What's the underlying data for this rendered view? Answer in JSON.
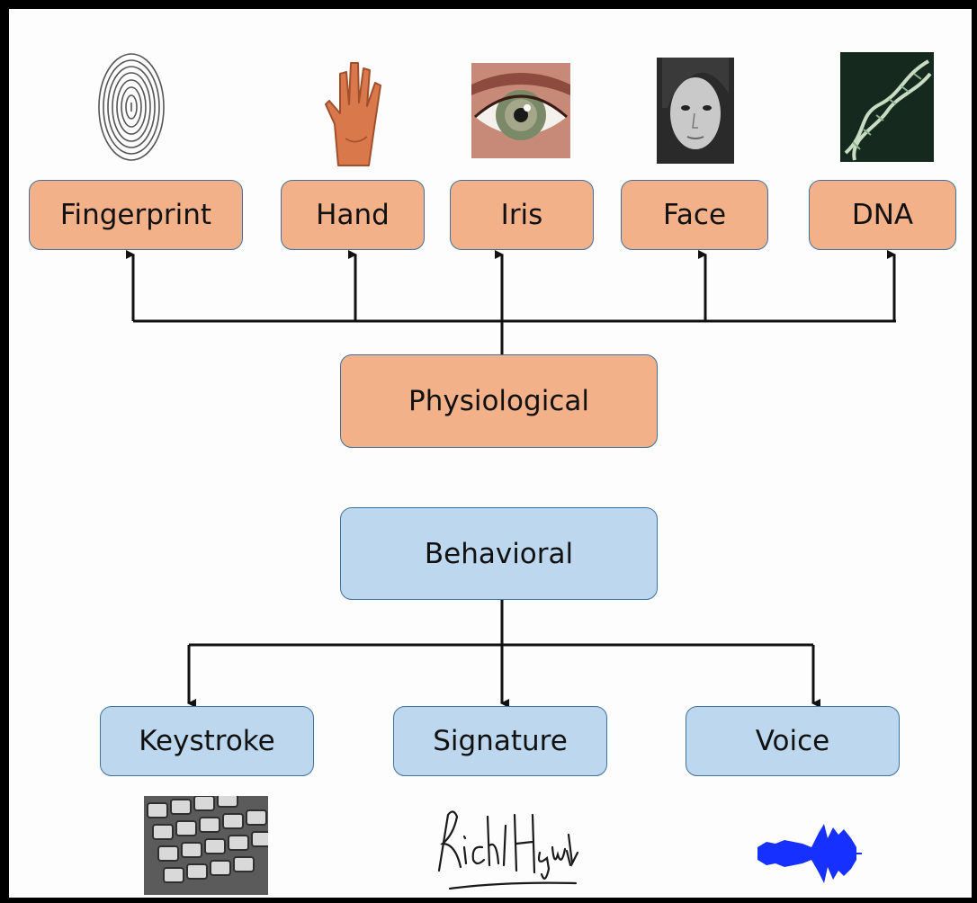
{
  "physiological": {
    "label": "Physiological",
    "items": [
      {
        "label": "Fingerprint",
        "icon": "fingerprint-icon"
      },
      {
        "label": "Hand",
        "icon": "hand-icon"
      },
      {
        "label": "Iris",
        "icon": "eye-icon"
      },
      {
        "label": "Face",
        "icon": "face-icon"
      },
      {
        "label": "DNA",
        "icon": "dna-icon"
      }
    ]
  },
  "behavioral": {
    "label": "Behavioral",
    "items": [
      {
        "label": "Keystroke",
        "icon": "keyboard-icon"
      },
      {
        "label": "Signature",
        "icon": "signature-icon"
      },
      {
        "label": "Voice",
        "icon": "waveform-icon"
      }
    ]
  },
  "colors": {
    "physiological_fill": "#f3b18a",
    "behavioral_fill": "#bdd7ee",
    "box_border": "#41719c",
    "connector": "#111111",
    "frame": "#000000"
  }
}
